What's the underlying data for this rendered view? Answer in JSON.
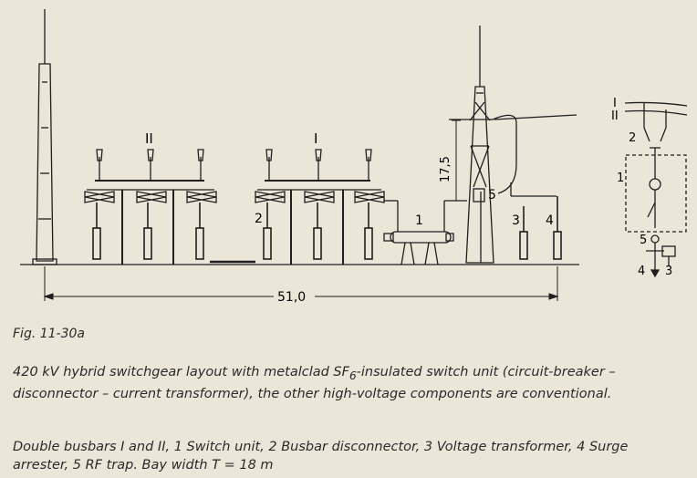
{
  "diagram": {
    "busbar_1_label": "I",
    "busbar_2_label": "II",
    "callout_1": "1",
    "callout_2": "2",
    "callout_3": "3",
    "callout_4": "4",
    "callout_5": "5",
    "height_dimension": "17,5",
    "length_dimension": "51,0"
  },
  "schematic": {
    "bus_1": "I",
    "bus_2": "II",
    "c1": "1",
    "c2": "2",
    "c3": "3",
    "c4": "4",
    "c5": "5"
  },
  "caption": {
    "figure": "Fig. 11-30a",
    "description_a": "420 kV hybrid switchgear layout with metalclad SF",
    "description_sub": "6",
    "description_b": "-insulated switch unit (circuit-breaker – disconnector – current transformer), the other high-voltage components are conventional.",
    "legend": "Double busbars I and II, 1 Switch unit, 2 Busbar disconnector, 3 Voltage transformer, 4 Surge arrester, 5 RF trap. Bay width T = 18 m"
  }
}
